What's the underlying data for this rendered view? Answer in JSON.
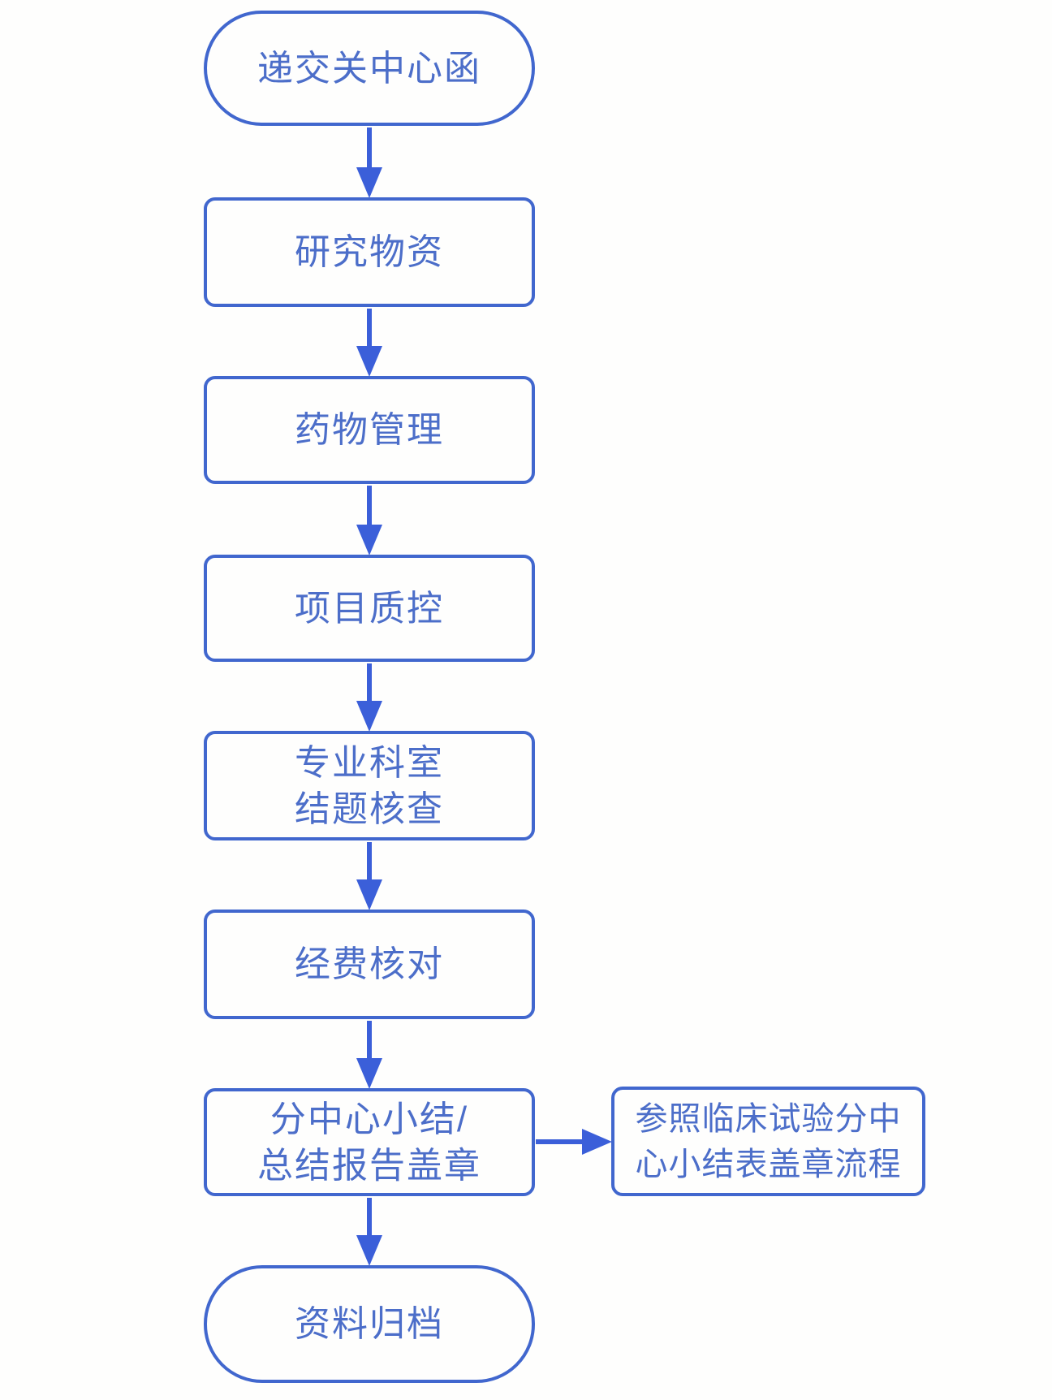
{
  "flowchart": {
    "type": "flowchart",
    "direction": "top-to-bottom",
    "colors": {
      "border": "#4167CE",
      "text": "#4C6EC9",
      "arrow": "#3B5FD9",
      "background": "#FEFEFD"
    },
    "nodes": [
      {
        "id": "submit-center-letter",
        "shape": "stadium",
        "label": "递交关中心函"
      },
      {
        "id": "research-materials",
        "shape": "rect",
        "label": "研究物资"
      },
      {
        "id": "drug-management",
        "shape": "rect",
        "label": "药物管理"
      },
      {
        "id": "project-qc",
        "shape": "rect",
        "label": "项目质控"
      },
      {
        "id": "dept-closure-check",
        "shape": "rect",
        "label": "专业科室\n结题核查"
      },
      {
        "id": "funds-check",
        "shape": "rect",
        "label": "经费核对"
      },
      {
        "id": "subcenter-summary",
        "shape": "rect",
        "label": "分中心小结/\n总结报告盖章"
      },
      {
        "id": "archive",
        "shape": "stadium",
        "label": "资料归档"
      }
    ],
    "side_node": {
      "id": "refer-seal-process",
      "shape": "rect",
      "label": "参照临床试验分中\n心小结表盖章流程"
    },
    "edges": [
      {
        "from": "submit-center-letter",
        "to": "research-materials",
        "direction": "down"
      },
      {
        "from": "research-materials",
        "to": "drug-management",
        "direction": "down"
      },
      {
        "from": "drug-management",
        "to": "project-qc",
        "direction": "down"
      },
      {
        "from": "project-qc",
        "to": "dept-closure-check",
        "direction": "down"
      },
      {
        "from": "dept-closure-check",
        "to": "funds-check",
        "direction": "down"
      },
      {
        "from": "funds-check",
        "to": "subcenter-summary",
        "direction": "down"
      },
      {
        "from": "subcenter-summary",
        "to": "refer-seal-process",
        "direction": "right"
      },
      {
        "from": "subcenter-summary",
        "to": "archive",
        "direction": "down"
      }
    ]
  }
}
